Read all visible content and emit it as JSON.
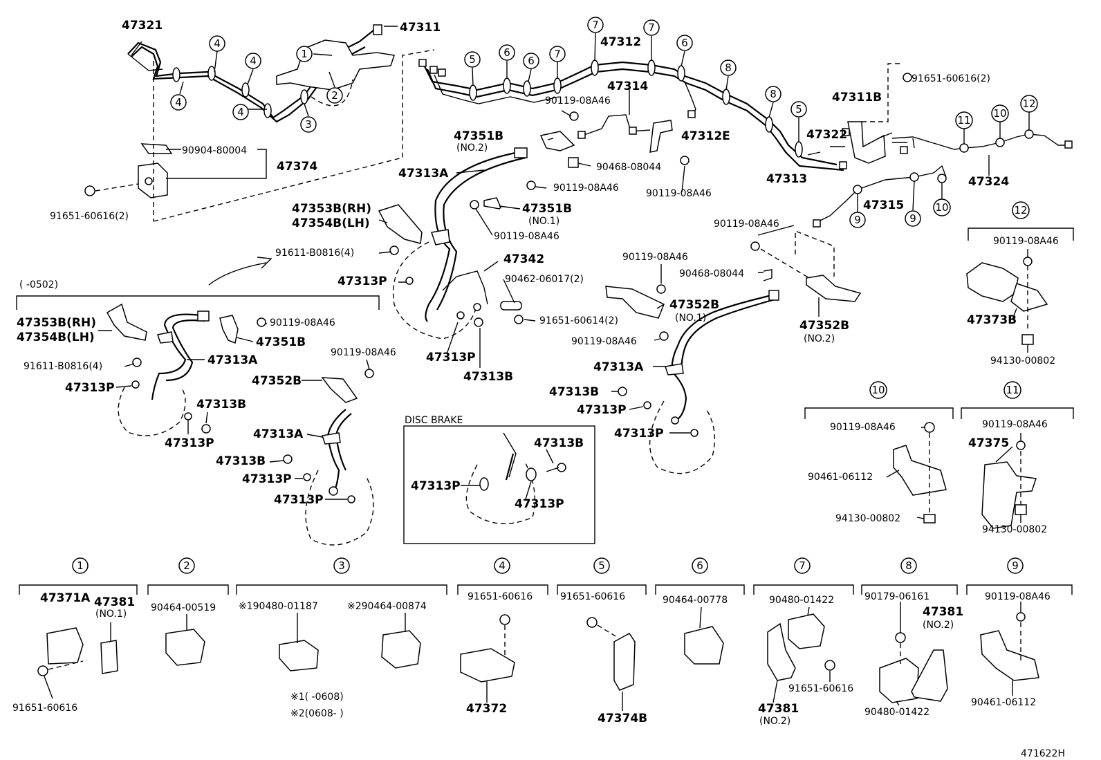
{
  "diagram": {
    "code": "471622H",
    "disc_brake_title": "DISC BRAKE",
    "period_label": "(     -0502)",
    "note1": "※1(         -0608)",
    "note2": "※2(0608-         )",
    "parts": {
      "p47321": "47321",
      "p47311": "47311",
      "p47312": "47312",
      "p47314": "47314",
      "p47311b": "47311B",
      "p47322": "47322",
      "p47313": "47313",
      "p47324": "47324",
      "p47315": "47315",
      "p47312e": "47312E",
      "p47374": "47374",
      "p90904_80004": "90904-80004",
      "p91651_60616_2_left": "91651-60616(2)",
      "p91651_60616_2_right": "91651-60616(2)",
      "p47351b_no2": "47351B",
      "p47351b_no2_sub": "(NO.2)",
      "p90119_08a46_a": "90119-08A46",
      "p90468_08044_a": "90468-08044",
      "p90119_08a46_b": "90119-08A46",
      "p47313a_a": "47313A",
      "p90119_08a46_c": "90119-08A46",
      "p47351b_no1": "47351B",
      "p47351b_no1_sub": "(NO.1)",
      "p90119_08a46_d": "90119-08A46",
      "p47353b_rh_a": "47353B(RH)",
      "p47354b_lh_a": "47354B(LH)",
      "p91611_b0816_4_a": "91611-B0816(4)",
      "p47342": "47342",
      "p90462_06017_2": "90462-06017(2)",
      "p47313p_a": "47313P",
      "p91651_60614_2": "91651-60614(2)",
      "p47313p_b": "47313P",
      "p47313b_a": "47313B",
      "p47353b_rh_b": "47353B(RH)",
      "p47354b_lh_b": "47354B(LH)",
      "p90119_08a46_e": "90119-08A46",
      "p47351b_c": "47351B",
      "p91611_b0816_4_b": "91611-B0816(4)",
      "p47313a_b": "47313A",
      "p47313p_c": "47313P",
      "p47313b_b": "47313B",
      "p47313p_d": "47313P",
      "p90119_08a46_f": "90119-08A46",
      "p47352b_a": "47352B",
      "p47313a_c": "47313A",
      "p47313b_c": "47313B",
      "p47313p_e": "47313P",
      "p47313p_f": "47313P",
      "p47313b_disc": "47313B",
      "p47313p_disc_a": "47313P",
      "p47313p_disc_b": "47313P",
      "p90119_08a46_g": "90119-08A46",
      "p90119_08a46_h": "90119-08A46",
      "p90468_08044_b": "90468-08044",
      "p47352b_no1": "47352B",
      "p47352b_no1_sub": "(NO.1)",
      "p90119_08a46_i": "90119-08A46",
      "p47352b_no2": "47352B",
      "p47352b_no2_sub": "(NO.2)",
      "p47313a_d": "47313A",
      "p47313b_d": "47313B",
      "p47313p_g": "47313P",
      "p47313p_h": "47313P",
      "p90119_08a46_j": "90119-08A46",
      "p47373b": "47373B",
      "p94130_00802_a": "94130-00802",
      "p90119_08a46_k": "90119-08A46",
      "p90461_06112_a": "90461-06112",
      "p94130_00802_b": "94130-00802",
      "p90119_08a46_l": "90119-08A46",
      "p47375": "47375",
      "p94130_00802_c": "94130-00802",
      "p47371a": "47371A",
      "p47381_no1": "47381",
      "p47381_no1_sub": "(NO.1)",
      "p91651_60616_k1": "91651-60616",
      "p90464_00519": "90464-00519",
      "p90480_01187": "※190480-01187",
      "p90464_00874": "※290464-00874",
      "p91651_60616_k4": "91651-60616",
      "p47372": "47372",
      "p91651_60616_k5": "91651-60616",
      "p47374b": "47374B",
      "p90464_00778": "90464-00778",
      "p90480_01422_a": "90480-01422",
      "p91651_60616_k7": "91651-60616",
      "p47381_no2_a": "47381",
      "p47381_no2_a_sub": "(NO.2)",
      "p90179_06161": "90179-06161",
      "p47381_no2_b": "47381",
      "p47381_no2_b_sub": "(NO.2)",
      "p90480_01422_b": "90480-01422",
      "p90119_08a46_m": "90119-08A46",
      "p90461_06112_b": "90461-06112"
    },
    "callouts": {
      "c1": "1",
      "c2": "2",
      "c3": "3",
      "c4": "4",
      "c5": "5",
      "c6": "6",
      "c7": "7",
      "c8": "8",
      "c9": "9",
      "c10": "10",
      "c11": "11",
      "c12": "12"
    }
  }
}
